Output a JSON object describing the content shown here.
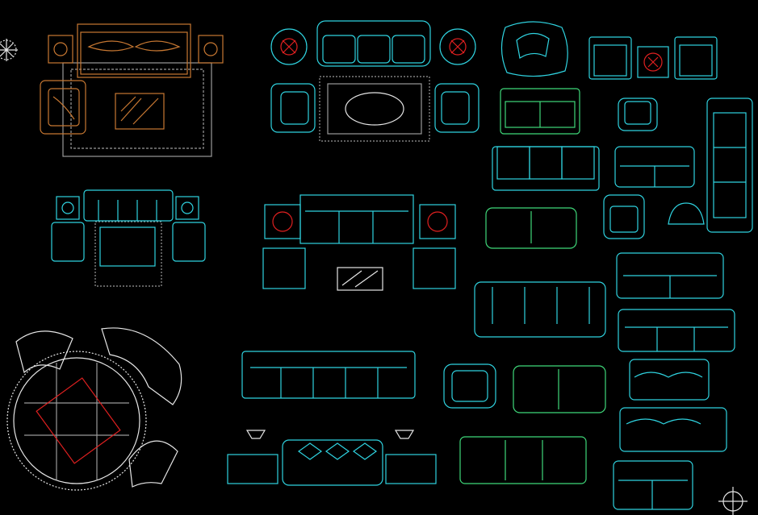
{
  "drawing": {
    "background": "#000000",
    "palette": {
      "cyan": "#2fd3e0",
      "green": "#3fd97a",
      "orange": "#c87832",
      "red": "#e02020",
      "white": "#e6e6e6",
      "grey": "#9a9a9a"
    },
    "blocks": [
      "bed-with-nightstands",
      "living-set-orange",
      "sofa-set-with-armchairs-and-rug",
      "sectional-set",
      "round-dining-set",
      "sofa-set-with-lamps",
      "three-seat-sofa",
      "loveseat",
      "armchair",
      "long-sofa",
      "corner-lamp-table",
      "bean-chair"
    ],
    "icons": [
      "compass-icon",
      "crosshair-icon"
    ]
  }
}
